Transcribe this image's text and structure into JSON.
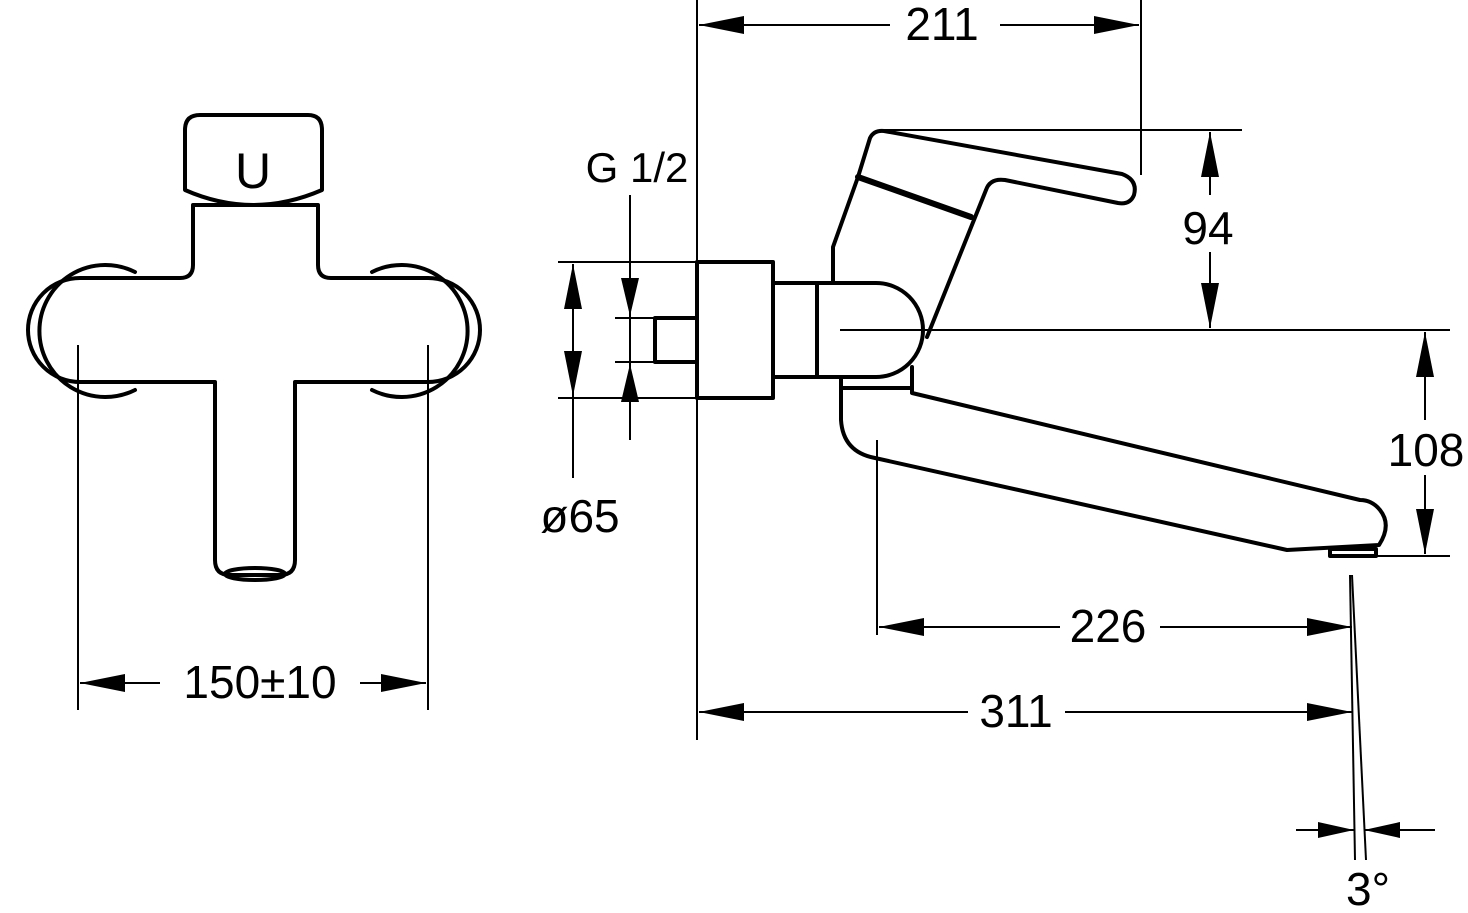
{
  "drawing": {
    "front_view": {
      "handle_mark": "U",
      "width_dim": "150±10"
    },
    "side_view": {
      "reach_top": "211",
      "thread": "G 1/2",
      "diameter": "ø65",
      "handle_height": "94",
      "spout_height": "108",
      "spout_reach": "226",
      "total_reach": "311",
      "angle": "3°"
    },
    "colors": {
      "line": "#000000",
      "background": "#ffffff"
    }
  }
}
